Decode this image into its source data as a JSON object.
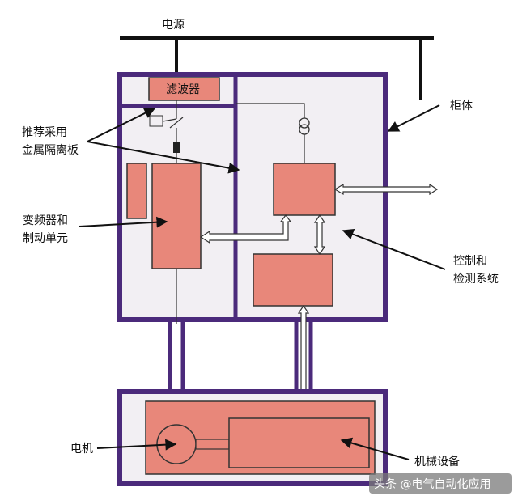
{
  "labels": {
    "power": "电源",
    "filter": "滤波器",
    "cabinet": "柜体",
    "recommend_line1": "推荐采用",
    "recommend_line2": "金属隔离板",
    "inverter_line1": "变频器和",
    "inverter_line2": "制动单元",
    "control_line1": "控制和",
    "control_line2": "检测系统",
    "motor": "电机",
    "machinery": "机械设备"
  },
  "watermark": "头条 @电气自动化应用",
  "colors": {
    "frame": "#4b2a7b",
    "box_fill": "#e8877a",
    "box_stroke": "#333333",
    "panel_fill": "#f2eff3",
    "watermark_bg": "#7a7a7a"
  },
  "icons": {
    "transformer": "double-circle-coil-icon",
    "switch": "breaker-switch-icon",
    "fuse": "fuse-icon"
  }
}
